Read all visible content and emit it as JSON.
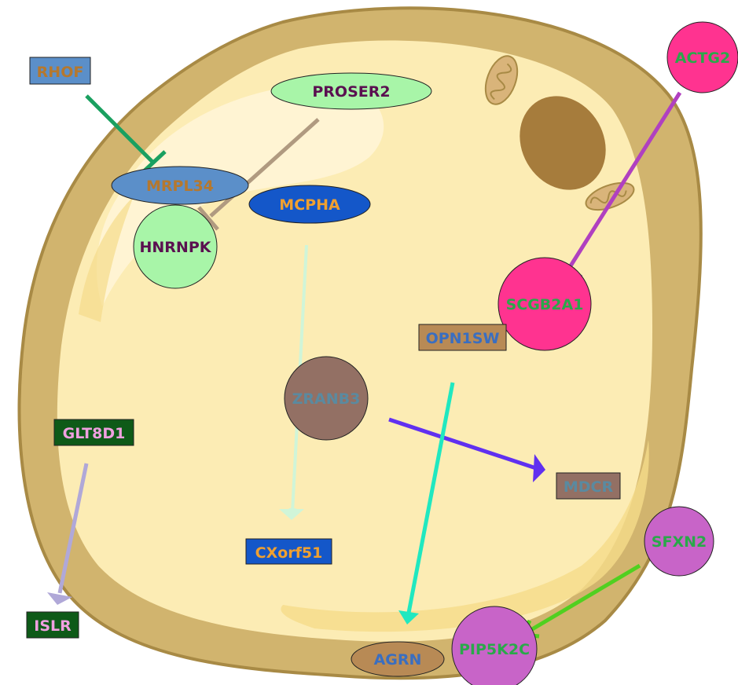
{
  "nodes": {
    "rhof": {
      "label": "RHOF",
      "fill": "#5b8fc9",
      "text": "#b5782e"
    },
    "proser2": {
      "label": "PROSER2",
      "fill": "#a8f5a8",
      "text": "#5a1050"
    },
    "actg2": {
      "label": "ACTG2",
      "fill": "#ff3390",
      "text": "#2aa84a"
    },
    "mrpl34": {
      "label": "MRPL34",
      "fill": "#5b8fc9",
      "text": "#b5782e"
    },
    "mcpha": {
      "label": "MCPHA",
      "fill": "#1457c9",
      "text": "#f0a030"
    },
    "hnrnpk": {
      "label": "HNRNPK",
      "fill": "#a8f5a8",
      "text": "#5a1050"
    },
    "scgb2a1": {
      "label": "SCGB2A1",
      "fill": "#ff3390",
      "text": "#2aa84a"
    },
    "opn1sw": {
      "label": "OPN1SW",
      "fill": "#b88a55",
      "text": "#3a6ec0"
    },
    "zranb3": {
      "label": "ZRANB3",
      "fill": "#937064",
      "text": "#5a8aa0"
    },
    "glt8d1": {
      "label": "GLT8D1",
      "fill": "#0e5a18",
      "text": "#f0a0e0"
    },
    "mdcr": {
      "label": "MDCR",
      "fill": "#937064",
      "text": "#5a8aa0"
    },
    "cxorf51": {
      "label": "CXorf51",
      "fill": "#1457c9",
      "text": "#f0a030"
    },
    "sfxn2": {
      "label": "SFXN2",
      "fill": "#c864c8",
      "text": "#2aa84a"
    },
    "islr": {
      "label": "ISLR",
      "fill": "#0e5a18",
      "text": "#f0a0e0"
    },
    "pip5k2c": {
      "label": "PIP5K2C",
      "fill": "#c864c8",
      "text": "#2aa84a"
    },
    "agrn": {
      "label": "AGRN",
      "fill": "#b88a55",
      "text": "#3a6ec0"
    }
  },
  "edges": [
    {
      "from": "RHOF",
      "to": "MRPL34",
      "type": "inhibition",
      "color": "#1aa060"
    },
    {
      "from": "PROSER2",
      "to": "HNRNPK",
      "type": "inhibition",
      "color": "#b09a80"
    },
    {
      "from": "ACTG2",
      "to": "SCGB2A1",
      "type": "inhibition",
      "color": "#b040c0"
    },
    {
      "from": "MCPHA",
      "to": "CXorf51",
      "type": "activation",
      "color": "#d0f5d8"
    },
    {
      "from": "ZRANB3",
      "to": "MDCR",
      "type": "activation",
      "color": "#6030f0"
    },
    {
      "from": "OPN1SW",
      "to": "AGRN",
      "type": "activation",
      "color": "#20e8c0"
    },
    {
      "from": "GLT8D1",
      "to": "ISLR",
      "type": "activation",
      "color": "#b0a8d8"
    },
    {
      "from": "SFXN2",
      "to": "PIP5K2C",
      "type": "activation",
      "color": "#50d020"
    }
  ]
}
